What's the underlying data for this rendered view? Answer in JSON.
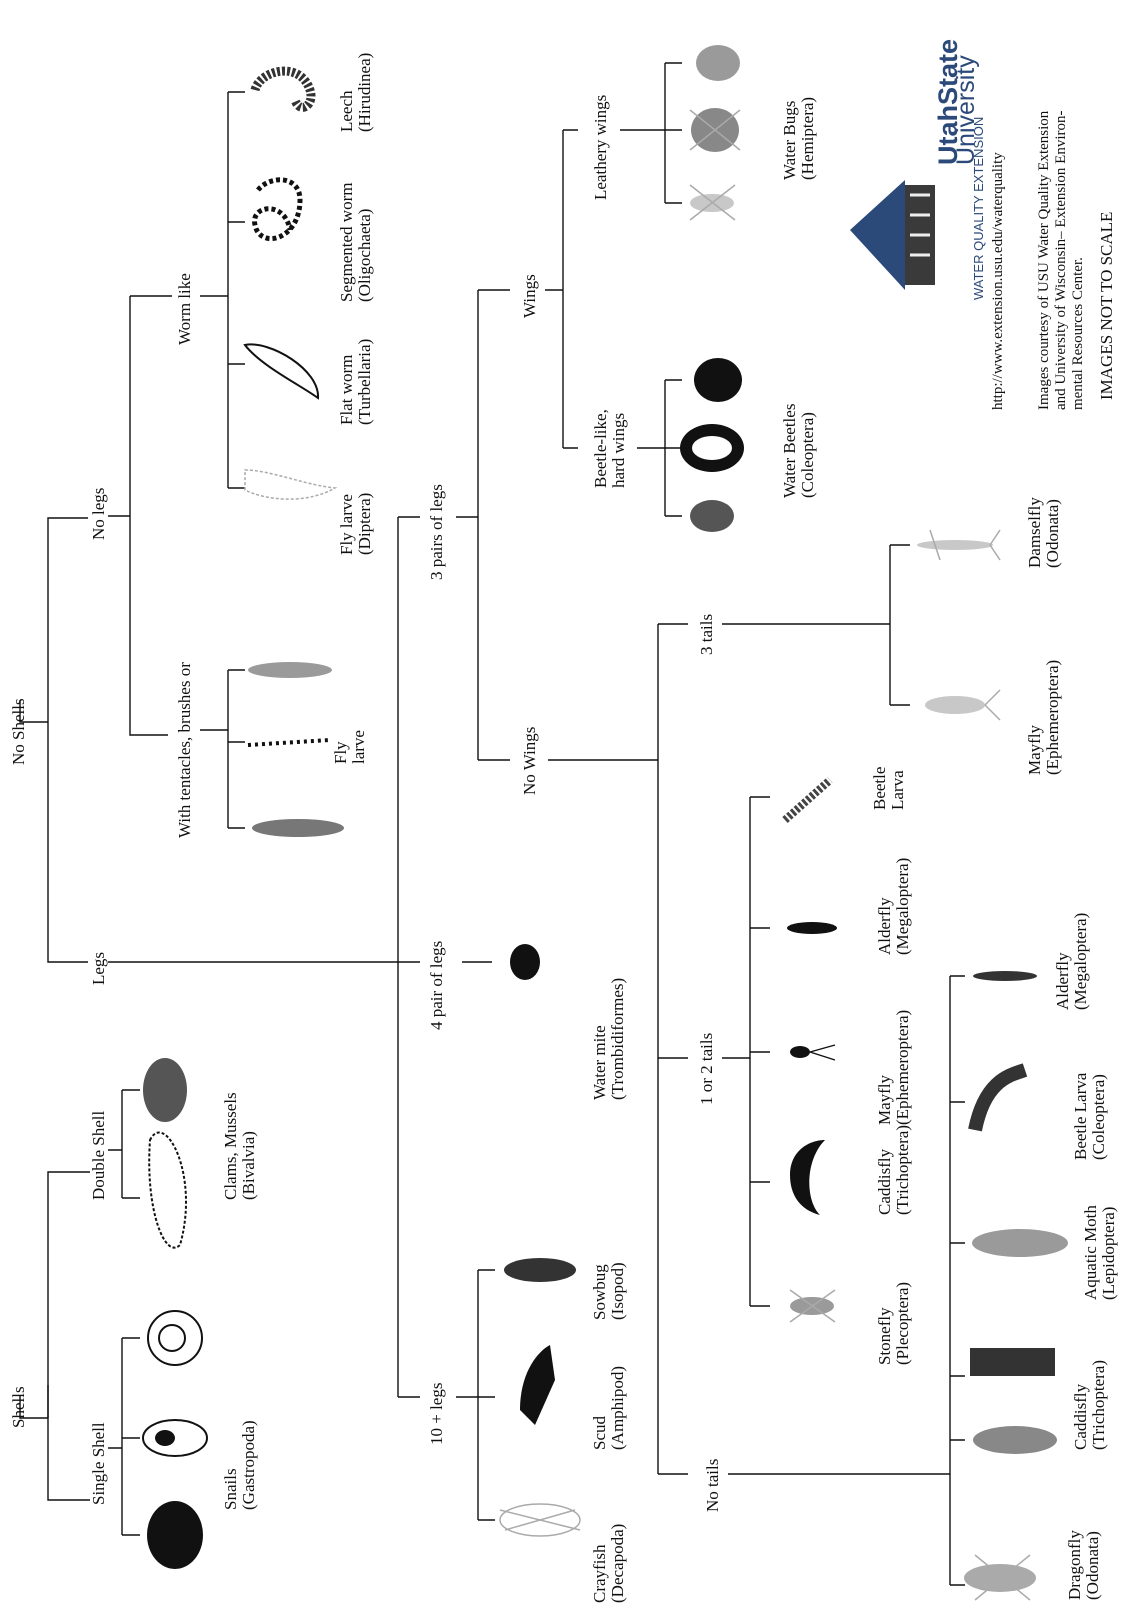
{
  "tree": {
    "shells": "Shells",
    "no_shells": "No Shells",
    "single_shell": "Single Shell",
    "double_shell": "Double Shell",
    "snails": [
      "Snails",
      "(Gastropoda)"
    ],
    "clams": [
      "Clams, Mussels",
      "(Bivalvia)"
    ],
    "no_legs": "No legs",
    "legs": "Legs",
    "worm_like": "Worm like",
    "tentacles": "With tentacles, brushes or",
    "fly_larve_1": [
      "Fly larve",
      "(Diptera)"
    ],
    "flat_worm": [
      "Flat worm",
      "(Turbellaria)"
    ],
    "segmented_worm": [
      "Segmented worm",
      "(Oligochaeta)"
    ],
    "leech": [
      "Leech",
      "(Hirudinea)"
    ],
    "fly_larve_2": [
      "Fly",
      "larve"
    ],
    "three_pairs": "3 pairs of legs",
    "four_pair": "4 pair of legs",
    "ten_plus": "10 + legs",
    "water_mite": [
      "Water mite",
      "(Trombidiformes)"
    ],
    "sowbug": [
      "Sowbug",
      "(Isopod)"
    ],
    "scud": [
      "Scud",
      "(Amphipod)"
    ],
    "crayfish": [
      "Crayfish",
      "(Decapoda)"
    ],
    "wings": "Wings",
    "no_wings": "No Wings",
    "leathery": "Leathery wings",
    "beetle_like": [
      "Beetle-like,",
      "hard wings"
    ],
    "water_bugs": [
      "Water Bugs",
      "(Hemiptera)"
    ],
    "water_beetles": [
      "Water Beetles",
      "(Coleoptera)"
    ],
    "three_tails": "3 tails",
    "one_two_tails": "1 or 2 tails",
    "no_tails": "No tails",
    "damselfly": [
      "Damselfly",
      "(Odonata)"
    ],
    "mayfly_3": [
      "Mayfly",
      "(Ephemeroptera)"
    ],
    "beetle_larva_1": [
      "Beetle",
      "Larva"
    ],
    "alderfly_1": [
      "Alderfly",
      "(Megaloptera)"
    ],
    "mayfly_12": [
      "Mayfly",
      "(Ephemeroptera)"
    ],
    "caddisfly_1": [
      "Caddisfly",
      "(Trichoptera)"
    ],
    "stonefly": [
      "Stonefly",
      "(Plecoptera)"
    ],
    "alderfly_2": [
      "Alderfly",
      "(Megaloptera)"
    ],
    "beetle_larva_2": [
      "Beetle Larva",
      "(Coleoptera)"
    ],
    "aquatic_moth": [
      "Aquatic Moth",
      "(Lepidoptera)"
    ],
    "caddisfly_2": [
      "Caddisfly",
      "(Trichoptera)"
    ],
    "dragonfly": [
      "Dragonfly",
      "(Odonata)"
    ]
  },
  "credits": {
    "logo_top": "UtahState",
    "logo_mid": "University",
    "logo_bottom": "WATER QUALITY EXTENSION",
    "url": "http://www.extension.usu.edu/waterquality",
    "lines": [
      "Images courtesy of  USU Water Quality Extension",
      "and University of Wisconsin– Extension Environ-",
      "mental Resources Center."
    ],
    "scale_note": "IMAGES NOT  TO SCALE"
  },
  "colors": {
    "ink": "#111111",
    "specimen_grey": "#9a9a9a",
    "logo_blue": "#2b4a7a"
  }
}
